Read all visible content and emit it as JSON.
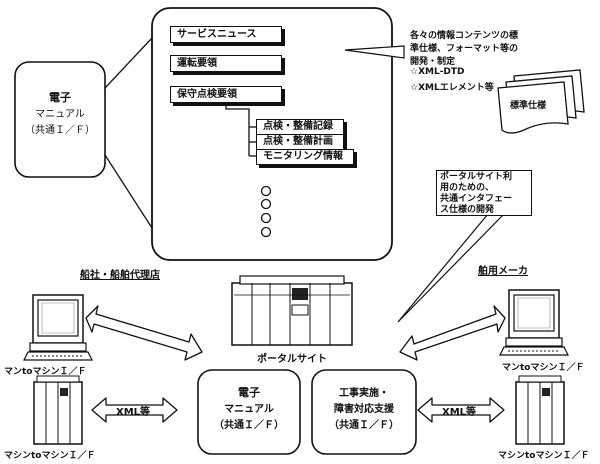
{
  "panel_items": {
    "service_news": "サービスニュース",
    "operation": "運転要領",
    "maintenance": "保守点検要領",
    "sub_items": [
      "点検・整備記録",
      "点検・整備計画",
      "モニタリング情報"
    ]
  },
  "top_manual": {
    "line1": "電子",
    "line2": "マニュアル",
    "line3": "（共通Ｉ／Ｆ）"
  },
  "standards_note": {
    "lines": [
      "各々の情報コンテンツの標",
      "準仕様、フォーマット等の",
      "開発・制定",
      "☆XML-DTD",
      "☆XMLエレメント等"
    ]
  },
  "standard_doc_label": "標準仕様",
  "portal_note": {
    "lines": [
      "ポータルサイト利",
      "用のための、",
      "共通インタフェー",
      "ス仕様の開発"
    ]
  },
  "shipowner_label": "船社・船舶代理店",
  "maker_label": "舶用メーカ",
  "portal_site_label": "ポータルサイト",
  "man_to_machine_left": "マンtoマシンＩ／Ｆ",
  "man_to_machine_right": "マンtoマシンＩ／Ｆ",
  "machine_to_machine_left": "マシンtoマシンＩ／Ｆ",
  "machine_to_machine_right": "マシンtoマシンＩ／Ｆ",
  "xml_left": "XML等",
  "xml_right": "XML等",
  "bottom_manual": {
    "line1": "電子",
    "line2": "マニュアル",
    "line3": "（共通Ｉ／Ｆ）"
  },
  "bottom_service": {
    "line1": "工事実施・",
    "line2": "障害対応支援",
    "line3": "（共通Ｉ／Ｆ）"
  }
}
